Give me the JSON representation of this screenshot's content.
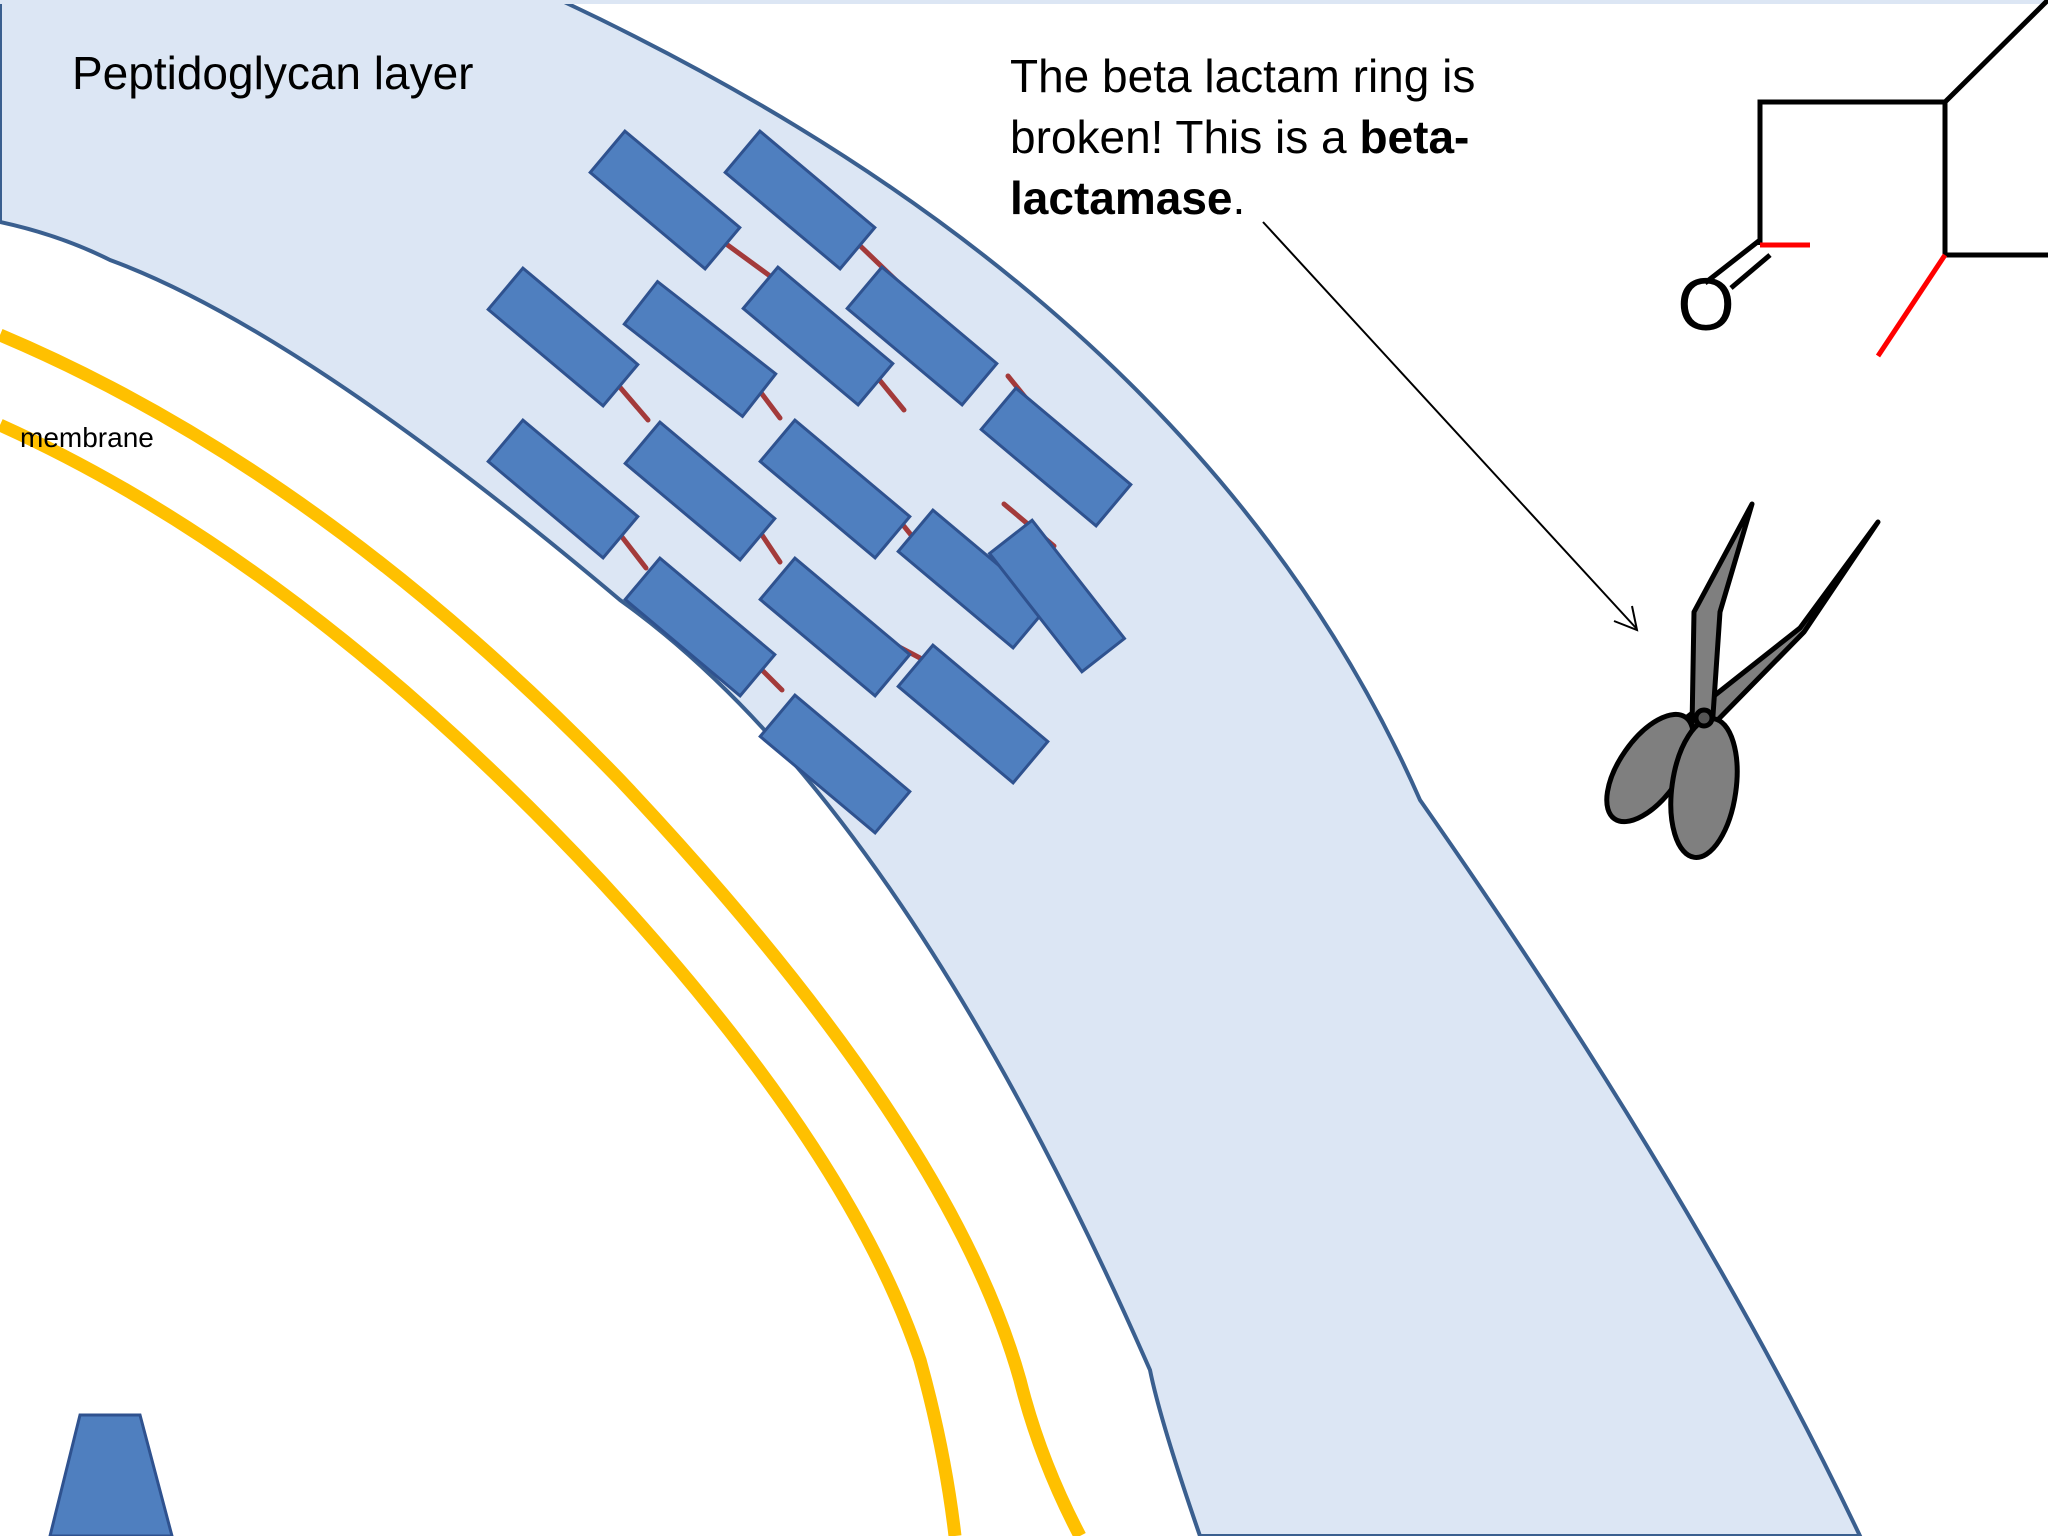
{
  "labels": {
    "peptidoglycan_layer": "Peptidoglycan layer",
    "membrane": "membrane"
  },
  "caption": {
    "text_before": "The beta lactam ring is broken! This is a ",
    "bold_text": "beta-lactamase",
    "text_after": "."
  },
  "molecule": {
    "oxygen_symbol": "O",
    "bond_color": "#000000",
    "broken_bond_color": "#ff0000"
  },
  "icons": [
    "scissors-icon",
    "arrow-icon"
  ],
  "colors": {
    "peptidoglycan_fill": "#dce6f4",
    "peptidoglycan_outline": "#3a5f8f",
    "glycan_block_fill": "#4f7fbf",
    "glycan_block_stroke": "#2f528f",
    "peptide_crosslink": "#a33a3a",
    "membrane": "#ffc000",
    "scissors_fill": "#7f7f7f"
  }
}
